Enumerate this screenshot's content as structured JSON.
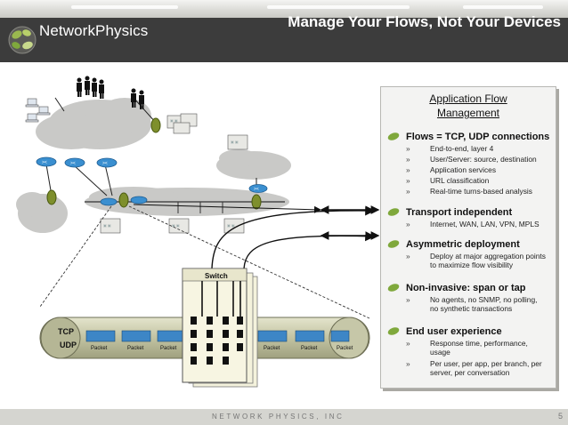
{
  "header": {
    "logo_text": "NetworkPhysics",
    "title": "Manage Your Flows, Not Your Devices"
  },
  "footer": {
    "company": "NETWORK PHYSICS, INC",
    "page_number": "5"
  },
  "diagram": {
    "switch_label": "Switch",
    "tcp_label": "TCP",
    "udp_label": "UDP",
    "packet_label": "Packet"
  },
  "panel": {
    "title_line1": "Application Flow",
    "title_line2": "Management",
    "sections": [
      {
        "heading": "Flows = TCP, UDP connections",
        "items": [
          "End-to-end, layer 4",
          "User/Server: source, destination",
          "Application services",
          "URL classification",
          "Real-time turns-based analysis"
        ]
      },
      {
        "heading": "Transport independent",
        "items": [
          "Internet, WAN, LAN, VPN, MPLS"
        ]
      },
      {
        "heading": "Asymmetric deployment",
        "items": [
          "Deploy at major aggregation points to maximize flow visibility"
        ]
      },
      {
        "heading": "Non-invasive: span or tap",
        "items": [
          "No agents, no SNMP, no polling, no synthetic transactions"
        ]
      },
      {
        "heading": "End user experience",
        "items": [
          "Response time, performance, usage",
          "Per user, per app, per branch, per server, per conversation"
        ]
      }
    ],
    "bullet_chevron": "»"
  },
  "colors": {
    "header_bg": "#3c3c3c",
    "leaf_green": "#7fa83c",
    "cloud_gray": "#c8c8c6",
    "router_blue": "#3a8fd0",
    "tube_olive": "#c8c9a8"
  }
}
